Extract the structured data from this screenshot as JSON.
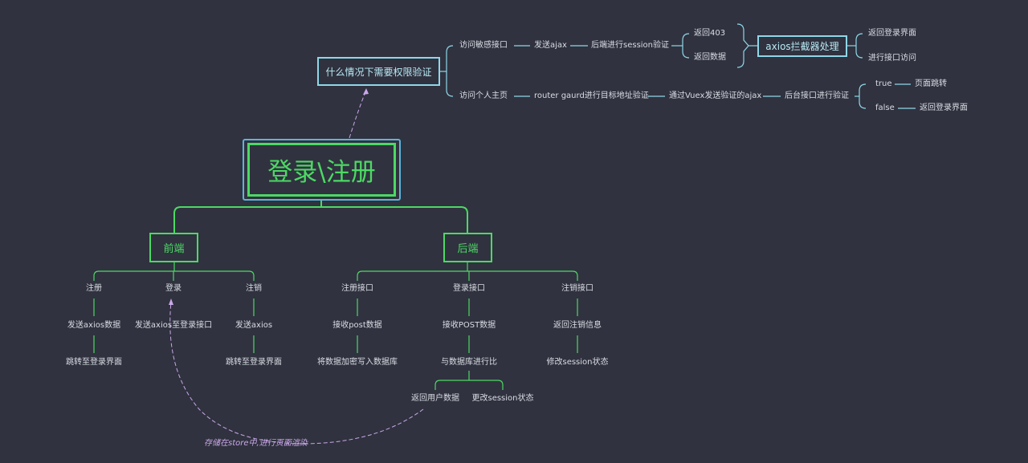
{
  "root": {
    "label": "登录\\注册"
  },
  "branches": {
    "frontend": {
      "label": "前端",
      "items": [
        {
          "label": "注册",
          "steps": [
            "发送axios数据",
            "跳转至登录界面"
          ]
        },
        {
          "label": "登录",
          "steps": [
            "发送axios至登录接口"
          ]
        },
        {
          "label": "注销",
          "steps": [
            "发送axios",
            "跳转至登录界面"
          ]
        }
      ]
    },
    "backend": {
      "label": "后端",
      "items": [
        {
          "label": "注册接口",
          "steps": [
            "接收post数据",
            "将数据加密写入数据库"
          ]
        },
        {
          "label": "登录接口",
          "steps": [
            "接收POST数据",
            "与数据库进行比"
          ],
          "outcomes": [
            "返回用户数据",
            "更改session状态"
          ]
        },
        {
          "label": "注销接口",
          "steps": [
            "返回注销信息",
            "修改session状态"
          ]
        }
      ]
    }
  },
  "auth": {
    "label": "什么情况下需要权限验证",
    "sensitive": {
      "label": "访问敏感接口",
      "chain": [
        "发送ajax",
        "后端进行session验证"
      ],
      "results": [
        "返回403",
        "返回数据"
      ],
      "handler": "axios拦截器处理",
      "handler_results": [
        "返回登录界面",
        "进行接口访问"
      ]
    },
    "personal": {
      "label": "访问个人主页",
      "chain": [
        "router gaurd进行目标地址验证",
        "通过Vuex发送验证的ajax",
        "后台接口进行验证"
      ],
      "branches": [
        {
          "cond": "true",
          "result": "页面跳转"
        },
        {
          "cond": "false",
          "result": "返回登录界面"
        }
      ]
    }
  },
  "note": "存储在store中,进行页面渲染",
  "colors": {
    "background": "#30323f",
    "primary_line": "#4cd964",
    "secondary_line": "#8fd7e8",
    "text": "#d9dde3",
    "annotation": "#c9a8e8"
  }
}
